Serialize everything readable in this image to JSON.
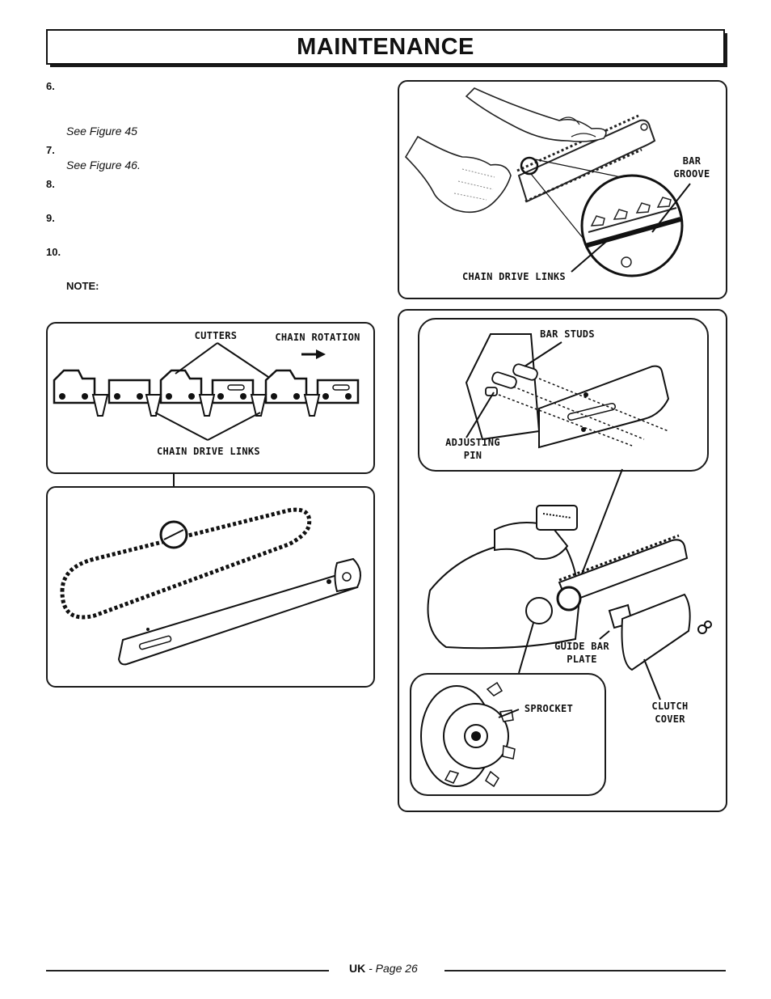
{
  "header": {
    "title": "MAINTENANCE"
  },
  "steps": [
    {
      "num": "6.",
      "ref": "See Figure 45"
    },
    {
      "num": "7.",
      "ref": "See Figure 46."
    },
    {
      "num": "8."
    },
    {
      "num": "9."
    },
    {
      "num": "10."
    }
  ],
  "note": {
    "label": "NOTE:"
  },
  "figure_bar_groove": {
    "bar_groove": "BAR GROOVE",
    "chain_drive_links": "CHAIN DRIVE LINKS"
  },
  "figure_chain": {
    "cutters": "CUTTERS",
    "chain_rotation": "CHAIN ROTATION",
    "chain_drive_links": "CHAIN DRIVE LINKS"
  },
  "figure_assembly": {
    "bar_studs": "BAR STUDS",
    "adjusting_pin": "ADJUSTING PIN",
    "guide_bar_plate": "GUIDE BAR PLATE",
    "sprocket": "SPROCKET",
    "clutch_cover": "CLUTCH COVER"
  },
  "footer": {
    "region": "UK",
    "page": "- Page 26"
  }
}
